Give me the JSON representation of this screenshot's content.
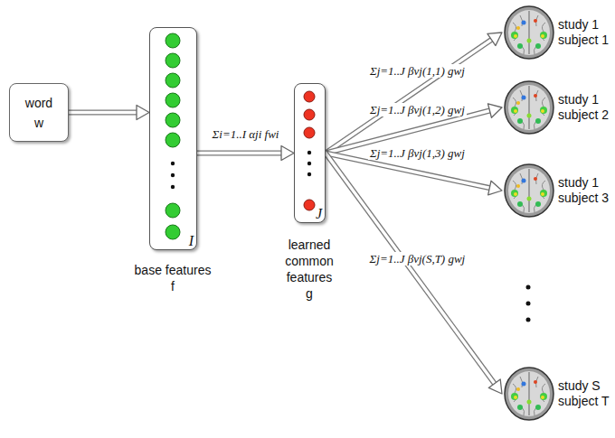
{
  "diagram": {
    "nodes": [
      {
        "text": [
          "word w"
        ]
      },
      {
        "text": [
          "I",
          "base features f"
        ]
      },
      {
        "text": [
          "J",
          "learned common features g"
        ]
      },
      {
        "text": [
          "study 1 subject 1"
        ]
      },
      {
        "text": [
          "study 1 subject 2"
        ]
      },
      {
        "text": [
          "study 1 subject 3"
        ]
      },
      {
        "text": [
          "study S subject T"
        ]
      }
    ],
    "edges": [
      {
        "from": 0,
        "to": 1,
        "arrow": "to"
      },
      {
        "from": 1,
        "to": 2,
        "label": "Σi=1..I αji fwi",
        "arrow": "to"
      },
      {
        "from": 2,
        "to": 3,
        "label": "Σj=1..J βvj(1,1) gwj",
        "arrow": "to"
      },
      {
        "from": 2,
        "to": 4,
        "label": "Σj=1..J βvj(1,2) gwj",
        "arrow": "to"
      },
      {
        "from": 2,
        "to": 5,
        "label": "Σj=1..J βvj(1,3) gwj",
        "arrow": "to"
      },
      {
        "from": 2,
        "to": 6,
        "label": "Σj=1..J βvj(S,T) gwj",
        "arrow": "to"
      }
    ]
  }
}
